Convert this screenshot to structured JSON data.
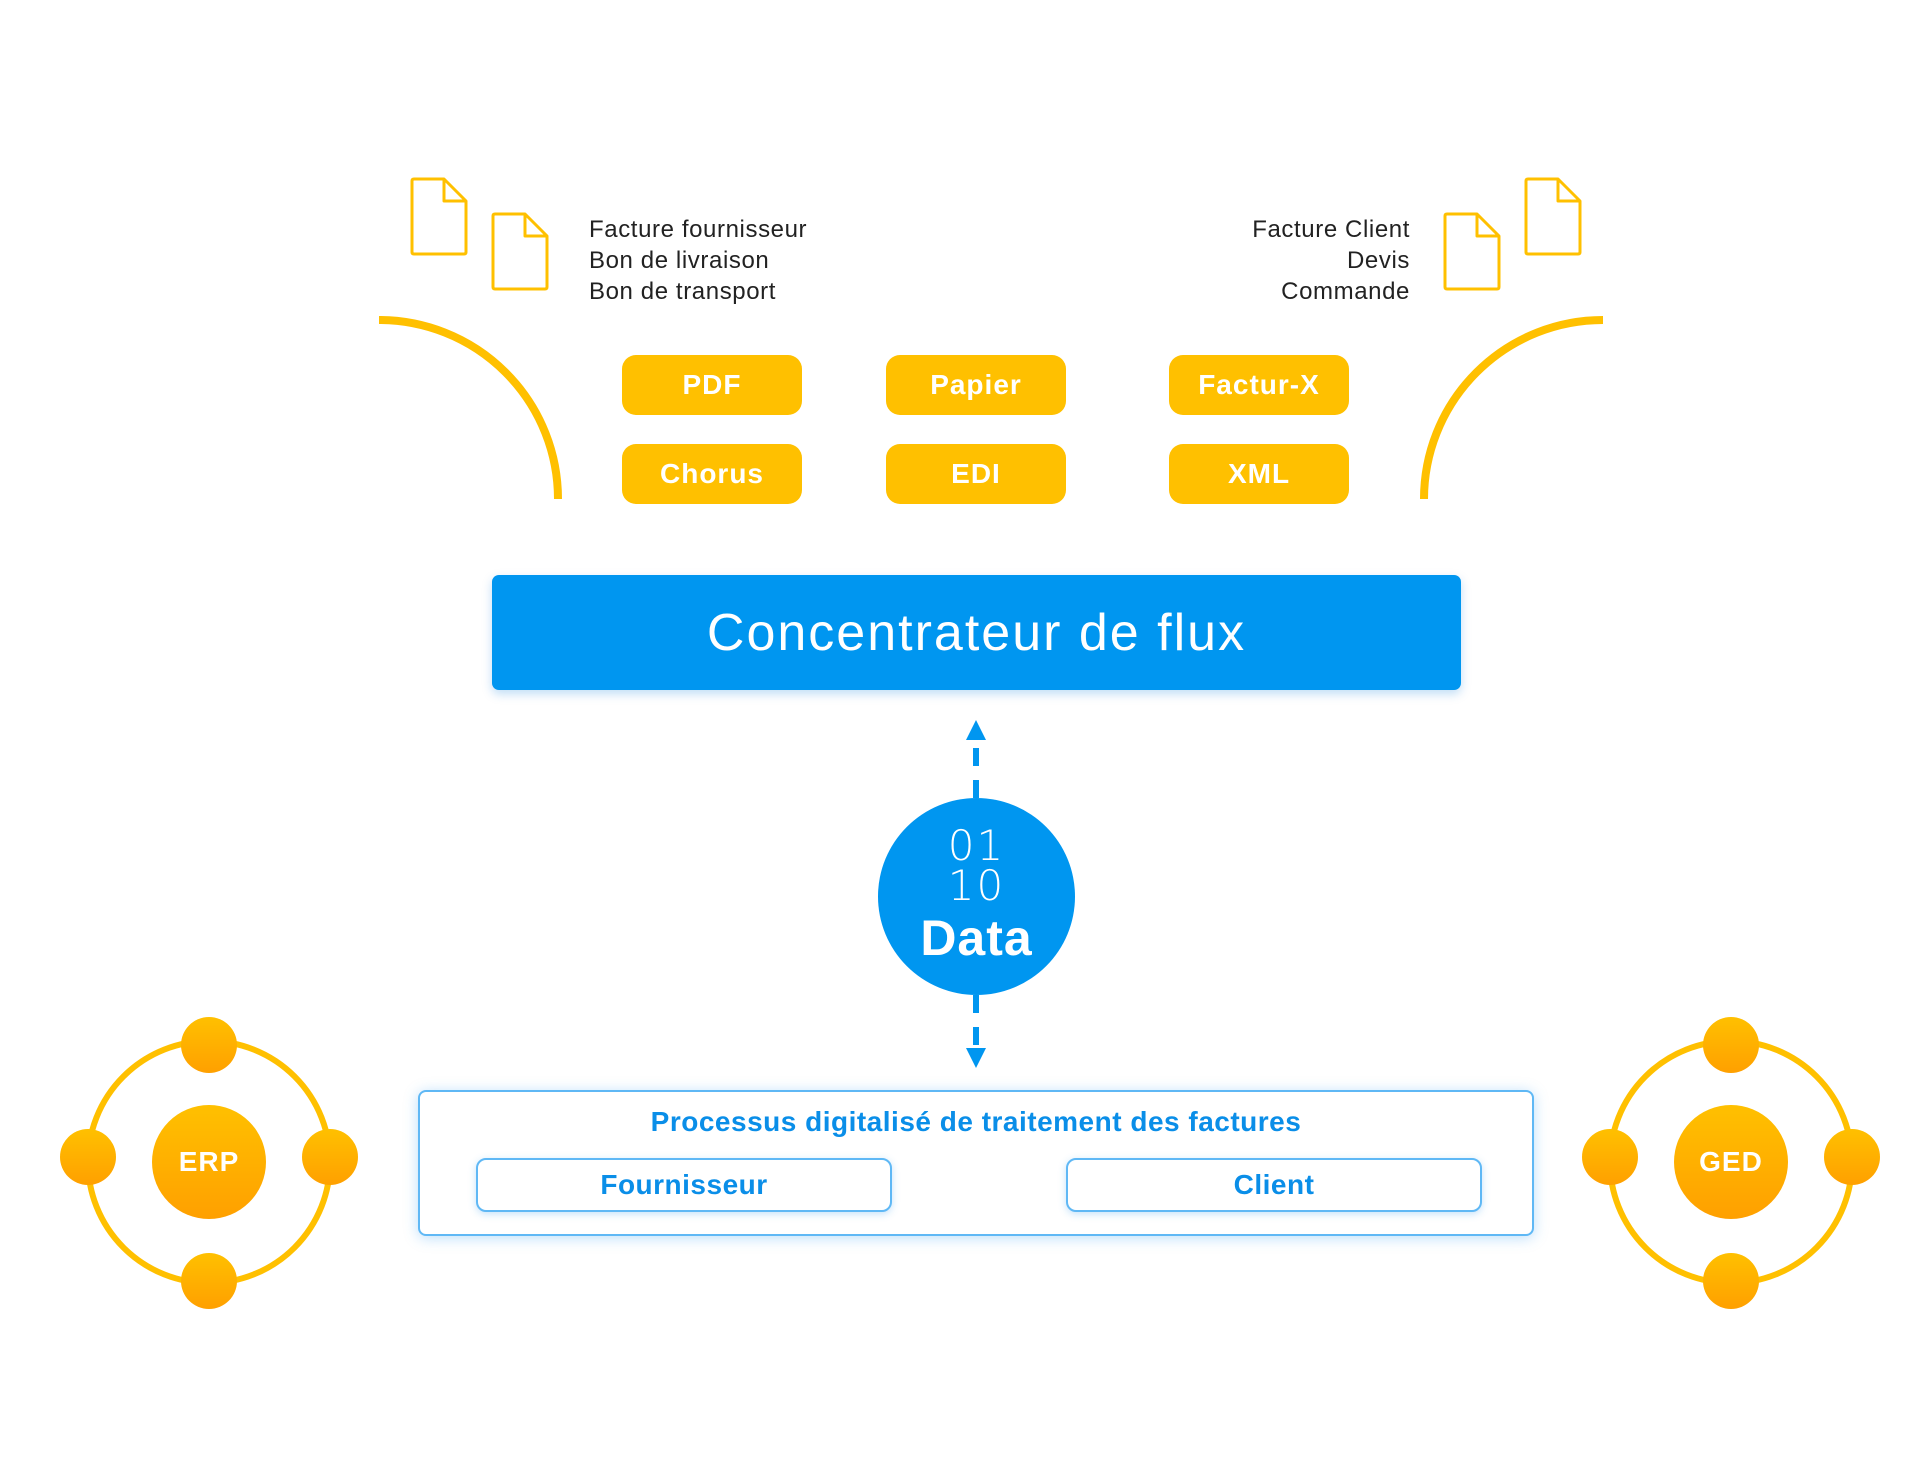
{
  "colors": {
    "accent_yellow": "#ffc000",
    "accent_orange": "#ffa000",
    "accent_blue": "#0096f0",
    "text_dark": "#222222"
  },
  "left_documents": {
    "icon": "document-icon",
    "lines": [
      "Facture fournisseur",
      "Bon de livraison",
      "Bon de transport"
    ]
  },
  "right_documents": {
    "icon": "document-icon",
    "lines": [
      "Facture Client",
      "Devis",
      "Commande"
    ]
  },
  "formats": [
    "PDF",
    "Papier",
    "Factur-X",
    "Chorus",
    "EDI",
    "XML"
  ],
  "concentrator": {
    "label": "Concentrateur de flux"
  },
  "data_node": {
    "bits_top": "01",
    "bits_bottom": "10",
    "label": "Data"
  },
  "process": {
    "title": "Processus digitalisé de traitement des factures",
    "left_label": "Fournisseur",
    "right_label": "Client"
  },
  "systems": {
    "left": "ERP",
    "right": "GED"
  }
}
